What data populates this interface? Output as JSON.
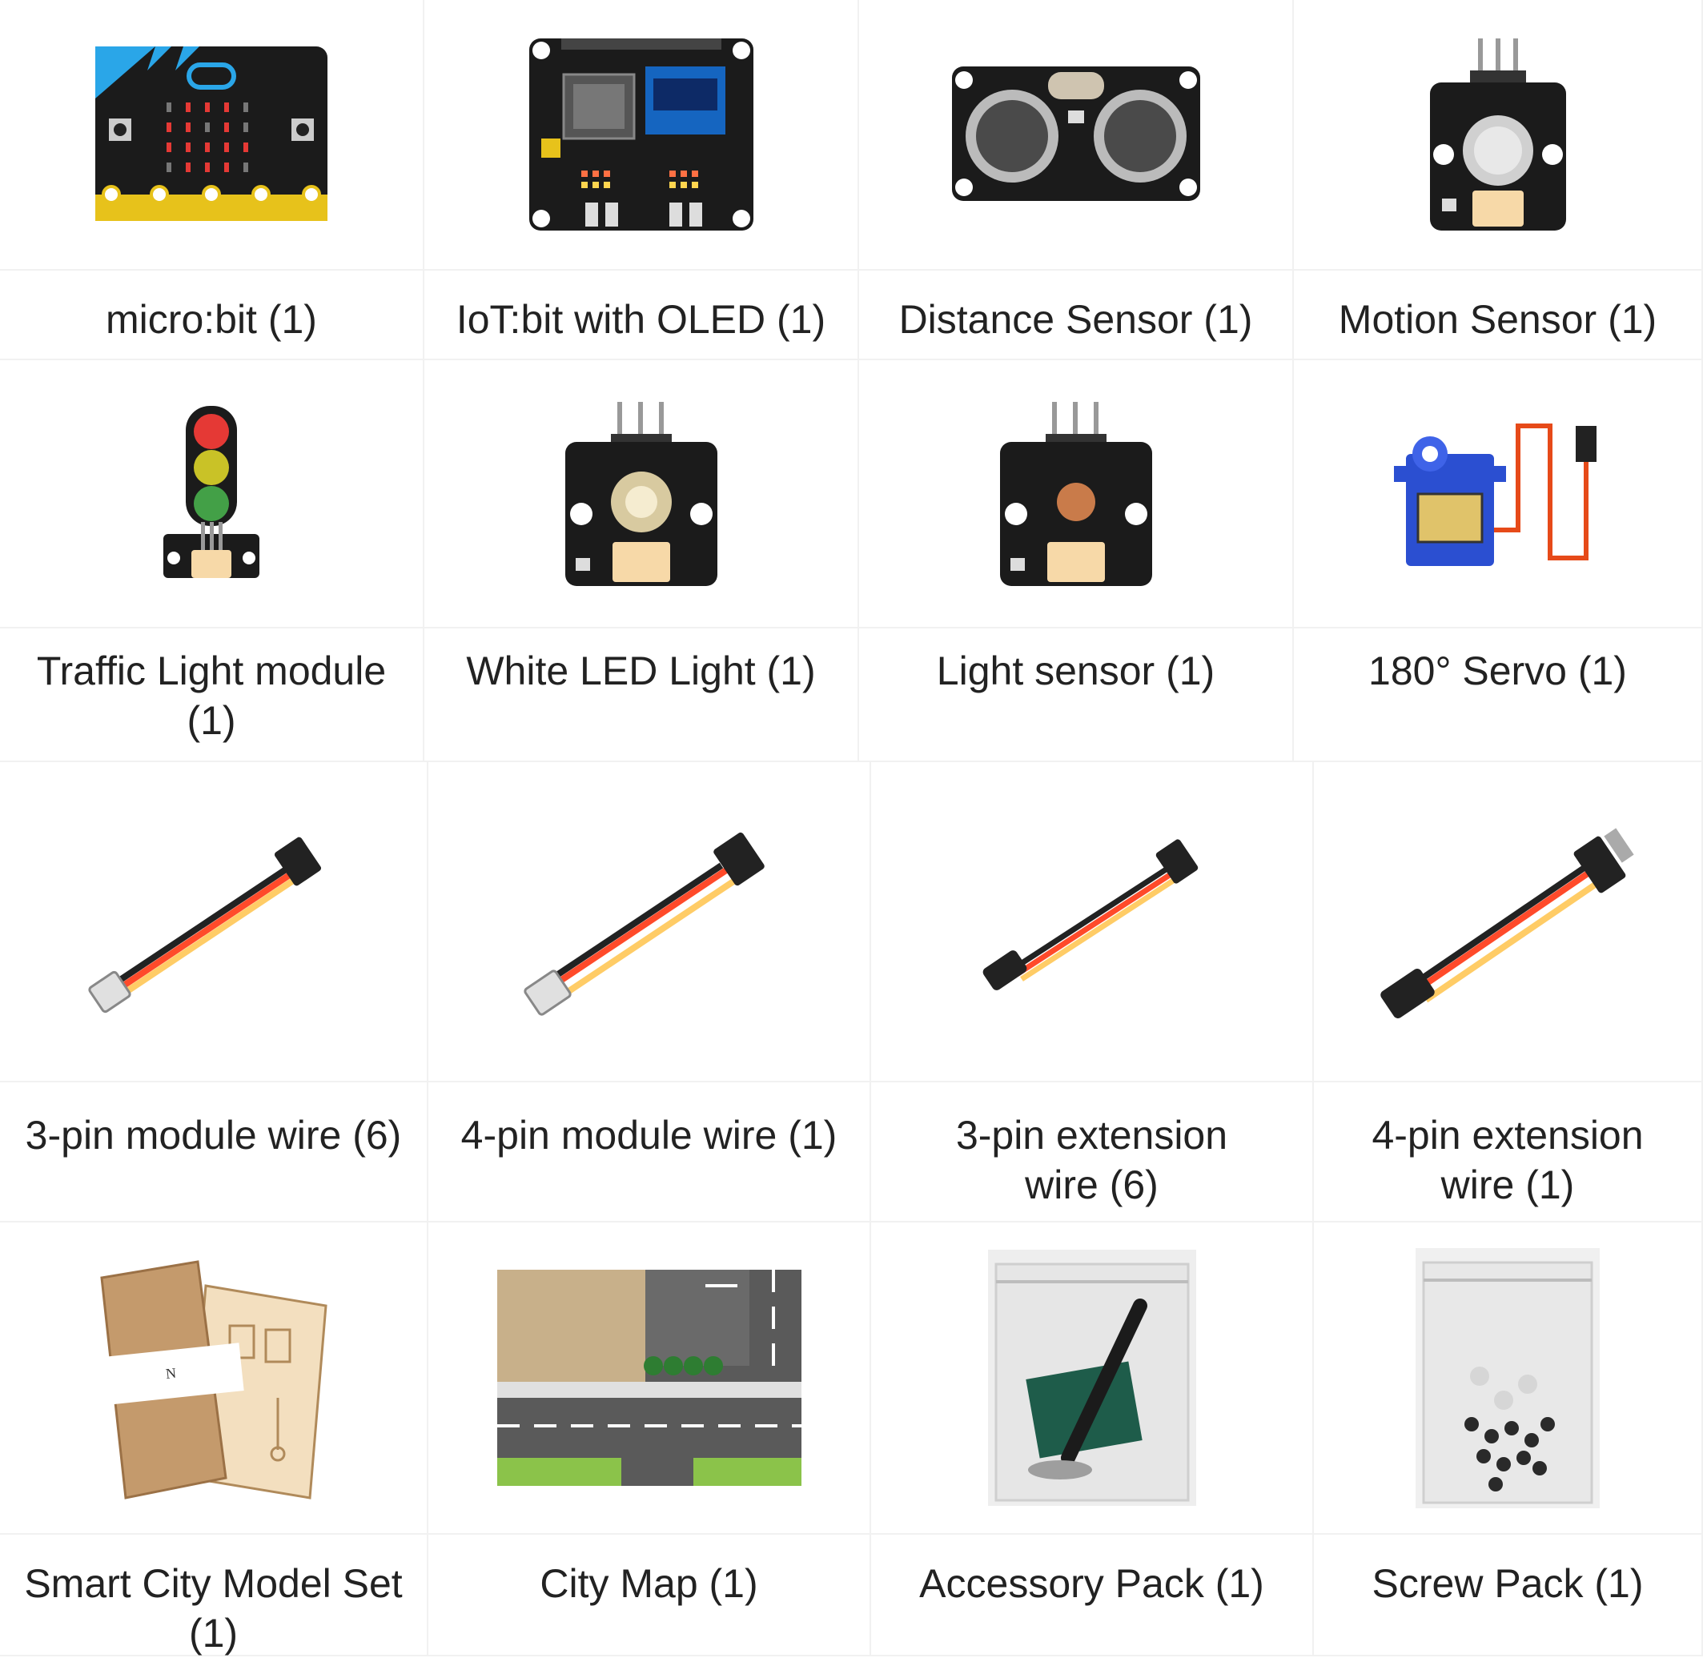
{
  "items": [
    {
      "label": "micro:bit (1)",
      "icon": "microbit-board-icon"
    },
    {
      "label": "IoT:bit with OLED (1)",
      "icon": "iotbit-board-icon"
    },
    {
      "label": "Distance Sensor (1)",
      "icon": "ultrasonic-sensor-icon"
    },
    {
      "label": "Motion Sensor (1)",
      "icon": "pir-sensor-icon"
    },
    {
      "label": "Traffic Light module (1)",
      "icon": "traffic-light-icon"
    },
    {
      "label": "White LED Light (1)",
      "icon": "led-module-icon"
    },
    {
      "label": "Light sensor (1)",
      "icon": "light-sensor-icon"
    },
    {
      "label": "180° Servo (1)",
      "icon": "servo-icon"
    },
    {
      "label": "3-pin module wire (6)",
      "icon": "three-pin-wire-icon"
    },
    {
      "label": "4-pin module wire (1)",
      "icon": "four-pin-wire-icon"
    },
    {
      "label": "3-pin extension wire (6)",
      "icon": "three-pin-extension-icon"
    },
    {
      "label": "4-pin extension wire (1)",
      "icon": "four-pin-extension-icon"
    },
    {
      "label": "Smart City Model Set (1)",
      "icon": "cardboard-set-icon"
    },
    {
      "label": "City Map (1)",
      "icon": "city-map-icon"
    },
    {
      "label": "Accessory Pack (1)",
      "icon": "accessory-pack-icon"
    },
    {
      "label": "Screw Pack (1)",
      "icon": "screw-pack-icon"
    }
  ],
  "colors": {
    "board": "#1b1b1b",
    "microbit_gold": "#e7c21b",
    "microbit_blue": "#2aa6e8",
    "led_red": "#e53935",
    "wire_black": "#222222",
    "wire_red": "#ff4a2a",
    "wire_yellow": "#ffcc66",
    "servo_blue": "#2b4fd1",
    "cardboard": "#c49a6c",
    "map_green": "#8bc34a",
    "map_road": "#5a5a5a"
  }
}
